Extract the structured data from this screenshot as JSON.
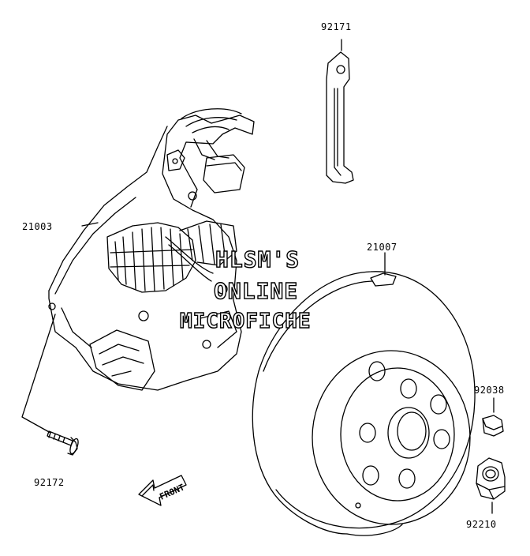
{
  "parts": {
    "p92171": "92171",
    "p21003": "21003",
    "p21007": "21007",
    "p92038": "92038",
    "p92172": "92172",
    "p92210": "92210"
  },
  "watermark": {
    "line1": "HLSM'S",
    "line2": "ONLINE",
    "line3": "MICROFICHE"
  },
  "direction": {
    "label": "FRONT"
  },
  "colors": {
    "line": "#000000",
    "background": "#ffffff"
  }
}
